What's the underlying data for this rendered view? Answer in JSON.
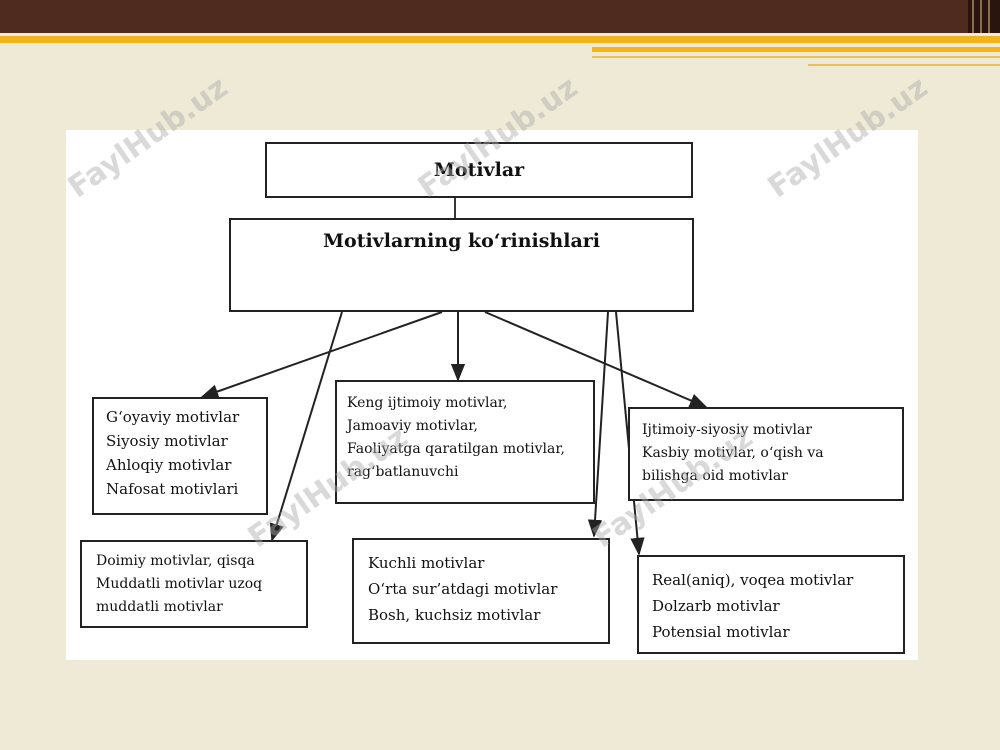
{
  "diagram": {
    "root": "Motivlar",
    "level2": "Motivlarning ko‘rinishlari",
    "groups": [
      {
        "items": [
          "G‘oyaviy motivlar",
          "Siyosiy motivlar",
          "Ahloqiy motivlar",
          "Nafosat motivlari"
        ]
      },
      {
        "items": [
          "Keng ijtimoiy motivlar,",
          "Jamoaviy motivlar,",
          "Faoliyatga qaratilgan motivlar,",
          "rag‘batlanuvchi"
        ]
      },
      {
        "items": [
          "Ijtimoiy-siyosiy motivlar",
          "Kasbiy motivlar, o‘qish va",
          "bilishga oid motivlar"
        ]
      },
      {
        "items": [
          "Doimiy motivlar, qisqa",
          "Muddatli motivlar uzoq",
          "muddatli motivlar"
        ]
      },
      {
        "items": [
          "Kuchli motivlar",
          "O‘rta sur’atdagi motivlar",
          "Bosh, kuchsiz motivlar"
        ]
      },
      {
        "items": [
          "Real(aniq), voqea motivlar",
          "Dolzarb motivlar",
          "Potensial motivlar"
        ]
      }
    ]
  },
  "watermark": "FaylHub.uz",
  "colors": {
    "top_bar": "#4e2a1f",
    "accent": "#f2b41c",
    "background": "#eeead6"
  }
}
